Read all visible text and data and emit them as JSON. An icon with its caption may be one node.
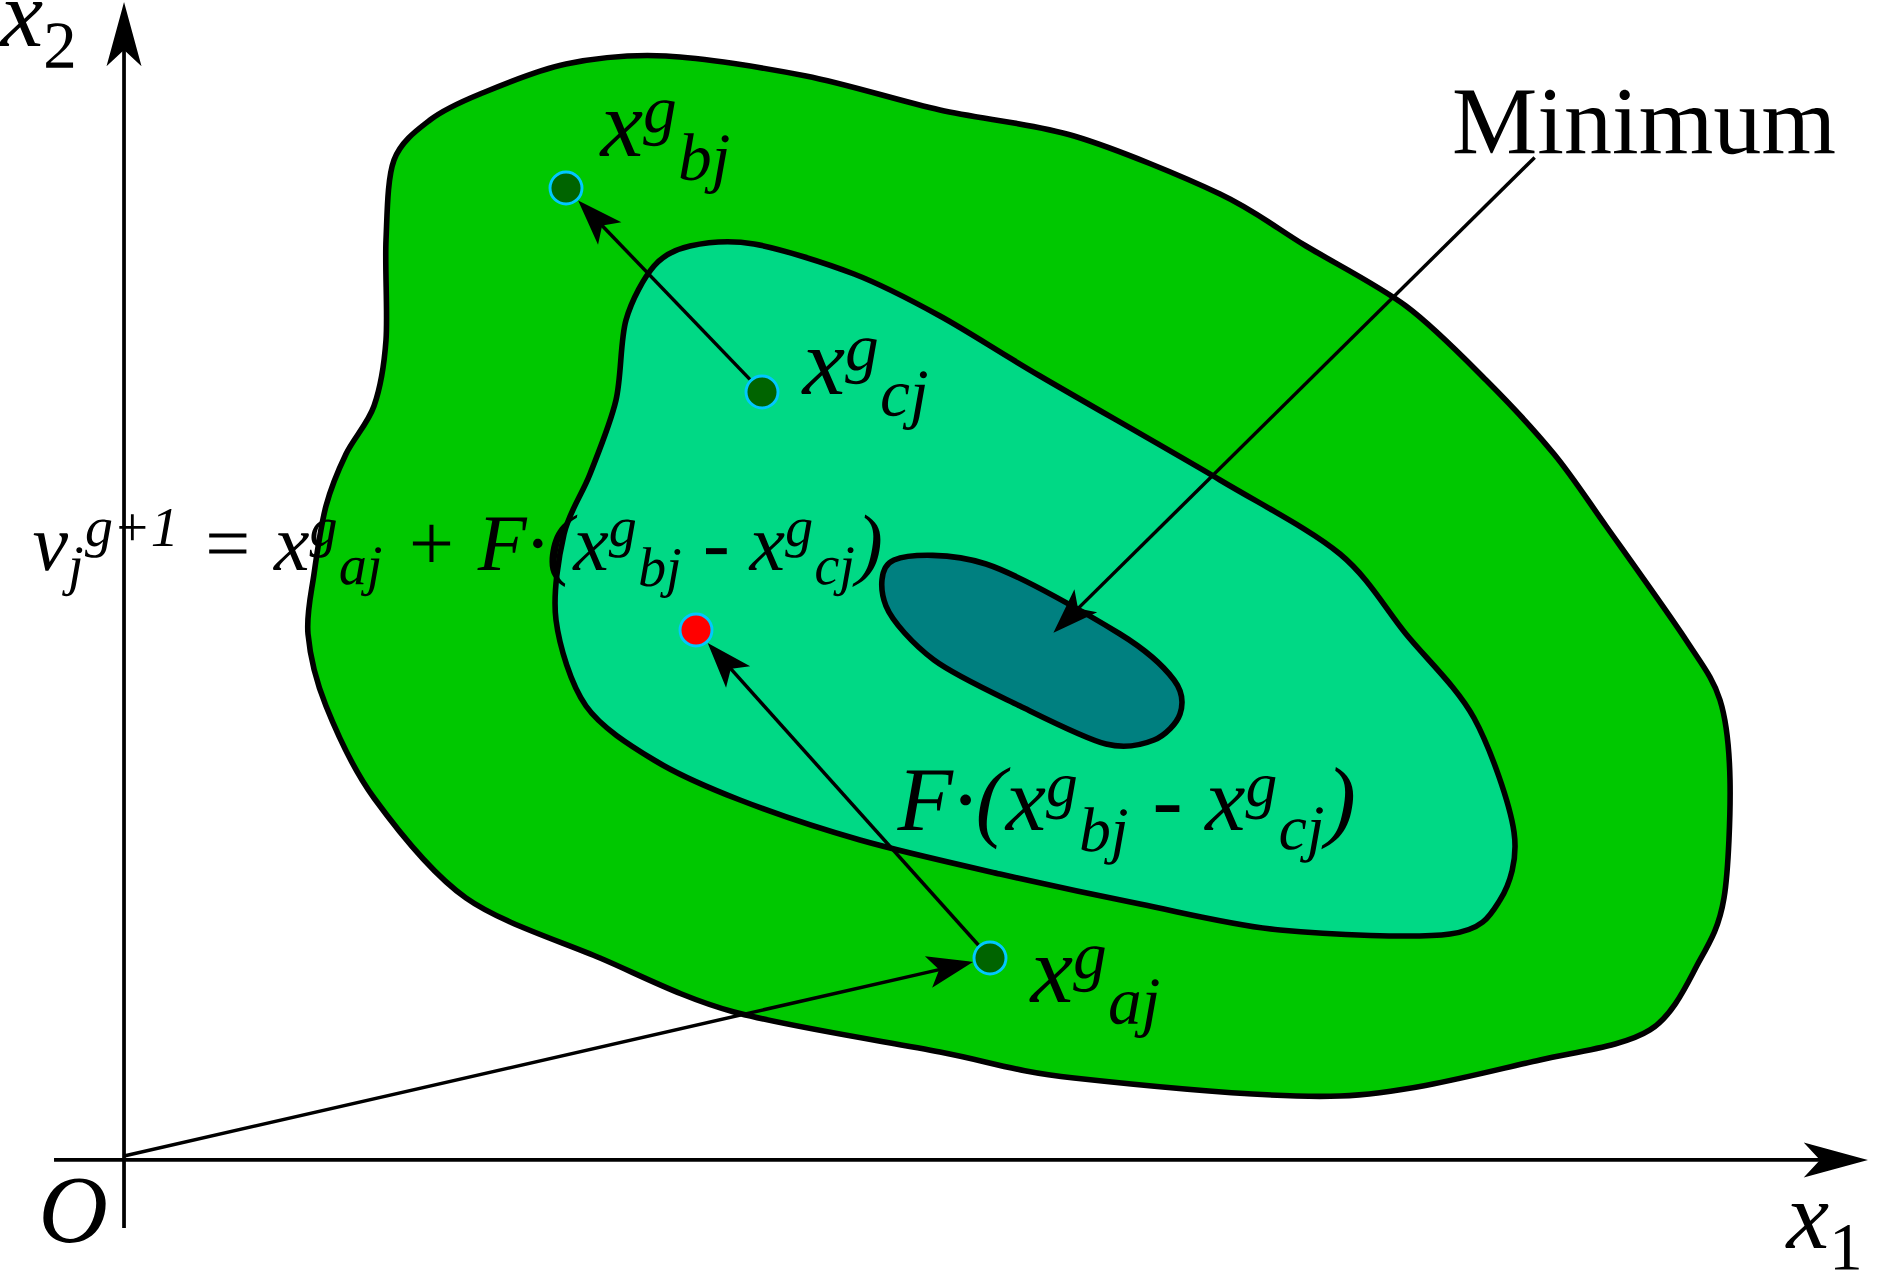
{
  "diagram": {
    "nodes": [
      {
        "text": [],
        "shape": "blob"
      },
      {
        "text": [],
        "shape": "circle",
        "in": 0,
        "beside": [
          "x$^{g}$$_{bj}$"
        ]
      },
      {
        "text": [],
        "shape": "blob",
        "in": 0
      },
      {
        "text": [],
        "shape": "circle",
        "in": 2,
        "beside": [
          "x$^{g}$$_{cj}$"
        ]
      },
      {
        "text": [],
        "shape": "blob",
        "in": 2
      },
      {
        "text": [],
        "shape": "circle",
        "in": 2
      },
      {
        "text": [],
        "shape": "circle",
        "in": 0,
        "beside": [
          "x$^{g}$$_{aj}$"
        ]
      },
      {
        "text": [
          "Minimum"
        ]
      }
    ],
    "edges": [
      {
        "from": 3,
        "to": 1,
        "arrow": "to"
      },
      {
        "from": 7,
        "to": 4,
        "arrow": "to"
      },
      {
        "from": 6,
        "to": 5,
        "arrow": "to",
        "label": "F·(x$^{g}$$_{bj}$ - x$^{g}$$_{cj}$)"
      },
      {
        "from": null,
        "to": 6,
        "arrow": "to"
      }
    ],
    "labels": [
      "*x*$_{2}$",
      "v$_{j}$$^{g+1}$ = x$^{g}$$_{aj}$ + F·(x$^{g}$$_{bj}$ - x$^{g}$$_{cj}$)",
      "O",
      "*x*$_{1}$"
    ]
  }
}
